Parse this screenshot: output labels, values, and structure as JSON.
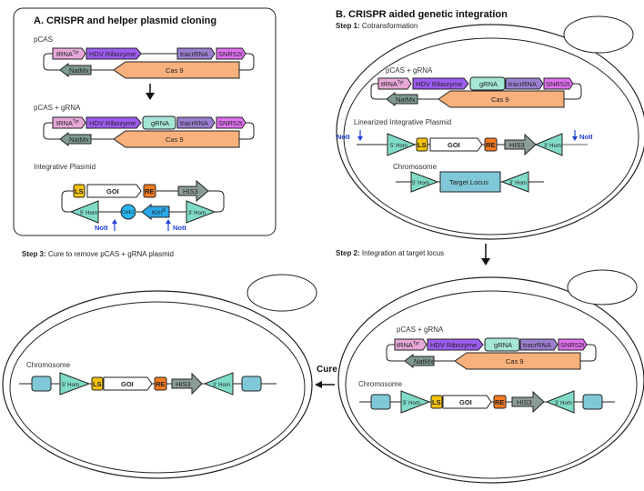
{
  "panelA": {
    "title": "A. CRISPR and helper plasmid cloning",
    "pcas_label": "pCAS",
    "pcas_grna_label": "pCAS + gRNA",
    "integrative_label": "Integrative Plasmid"
  },
  "panelB": {
    "title": "B. CRISPR aided genetic integration",
    "step1": {
      "prefix": "Step 1:",
      "text": "Cotransformation"
    },
    "step2": {
      "prefix": "Step 2:",
      "text": "Integration at target locus"
    },
    "step3": {
      "prefix": "Step 3:",
      "text": "Cure to remove pCAS + gRNA plasmid"
    },
    "pcas_grna_label": "pCAS + gRNA",
    "linearized_label": "Linearized Integrative Plasmid",
    "chromosome_label": "Chromosome",
    "cure_label": "Cure"
  },
  "elements": {
    "trna": "tRNA",
    "trna_sup": "Tyr",
    "hdv": "HDV Ribozyme",
    "grna": "gRNA",
    "tracr": "tracrRNA",
    "snr": "SNR52t",
    "natmx": "NatMx",
    "cas9": "Cas 9",
    "ls": "LS",
    "goi": "GOI",
    "re": "RE",
    "his3": "HIS3",
    "hom5": "5' Hom",
    "hom3": "3' Hom",
    "cole1": "ColE1",
    "kmr": "Km",
    "kmr_sup": "R",
    "noti": "NotI",
    "target": "Target Locus"
  },
  "colors": {
    "trna": "#e6a8d7",
    "hdv": "#9c5cf0",
    "grna": "#a6e6d6",
    "tracr": "#9a7fd0",
    "snr": "#e070f0",
    "natmx": "#7f9a90",
    "cas9": "#f8b07c",
    "ls": "#f4c20d",
    "goi": "#ffffff",
    "re": "#f47a20",
    "his3": "#8c9c98",
    "hom": "#80dcc8",
    "cole1": "#29b6f0",
    "kmr": "#29a8e8",
    "target": "#80c8d8",
    "noti": "#1f3fd6"
  }
}
